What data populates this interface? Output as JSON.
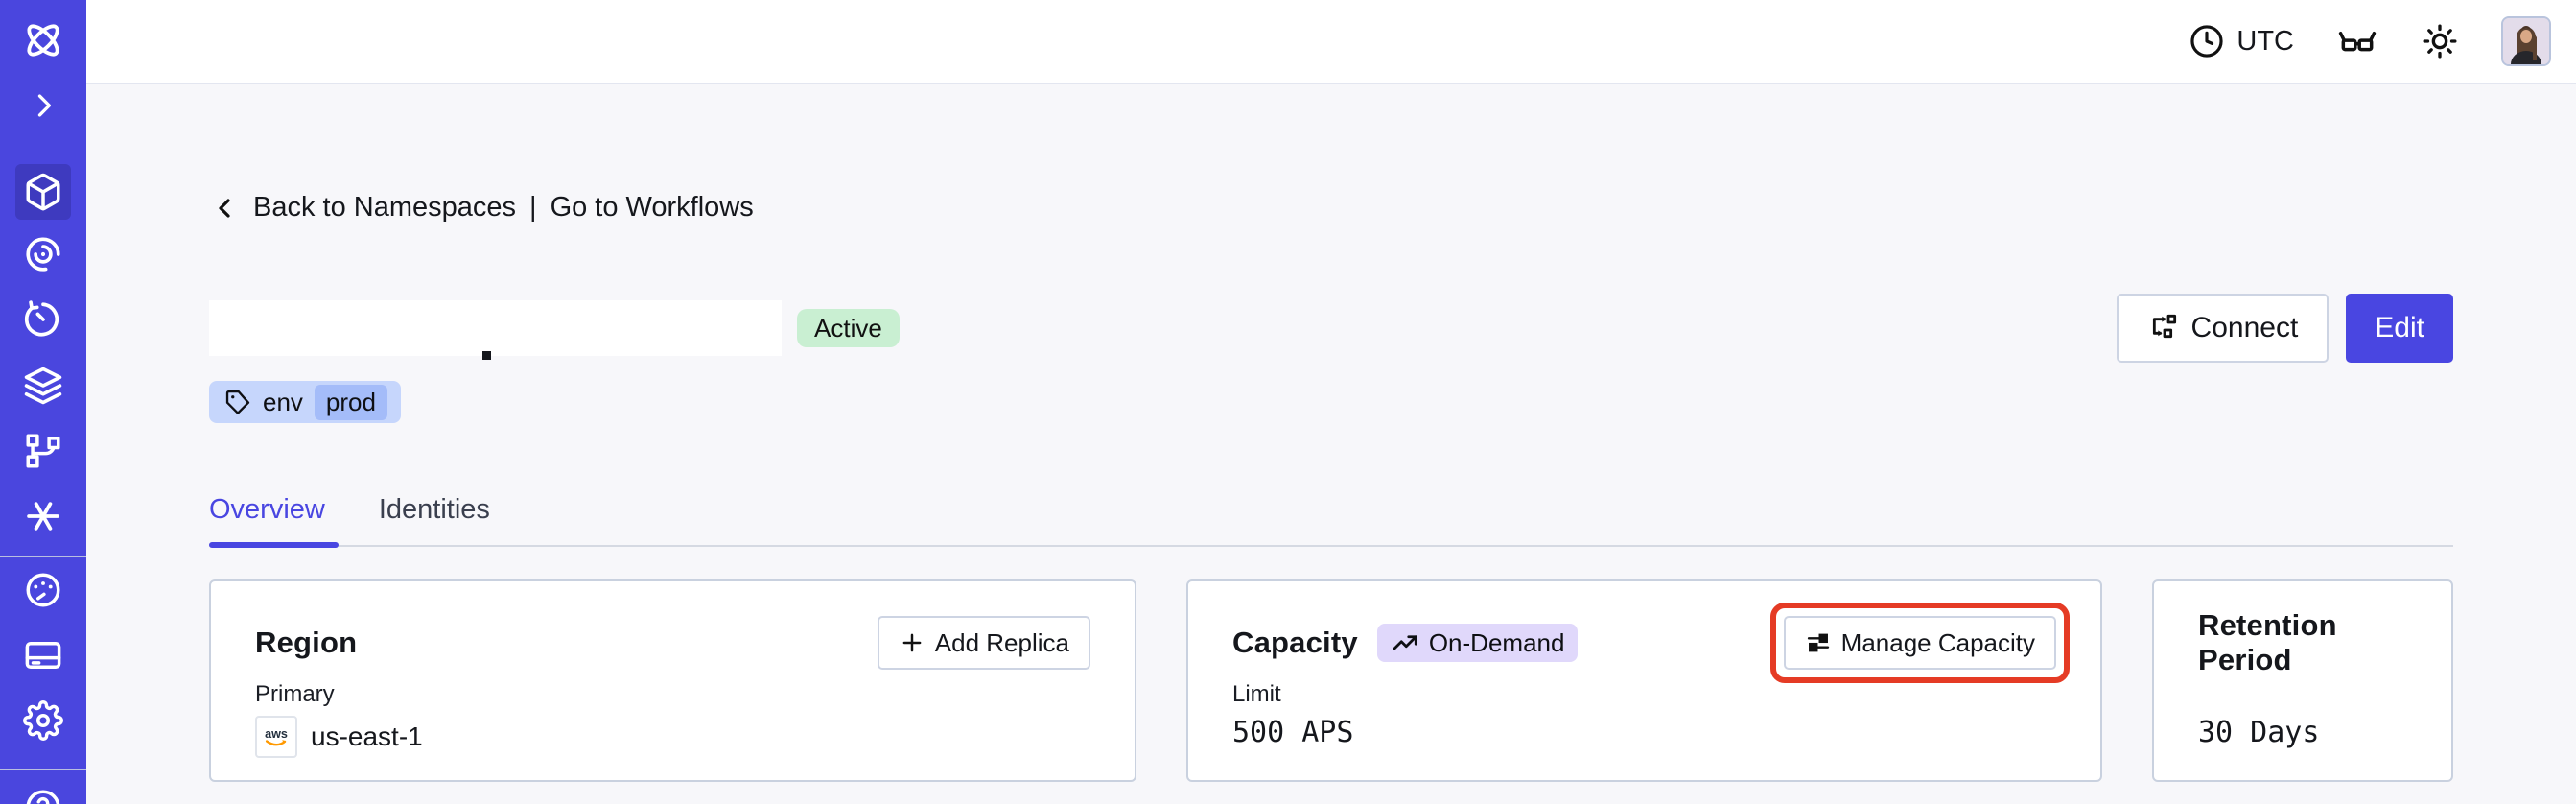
{
  "topbar": {
    "timezone": "UTC",
    "icons": [
      "clock-icon",
      "glasses-icon",
      "sun-icon",
      "user-avatar"
    ]
  },
  "sidebar": {
    "items": [
      {
        "icon": "temporal-logo"
      },
      {
        "icon": "chevron-right-icon"
      },
      {
        "icon": "cube-icon",
        "active": true
      },
      {
        "icon": "spiral-icon"
      },
      {
        "icon": "history-clock-icon"
      },
      {
        "icon": "layers-icon"
      },
      {
        "icon": "workflow-branch-icon"
      },
      {
        "icon": "asterisk-icon"
      },
      {
        "icon": "gauge-icon"
      },
      {
        "icon": "credit-card-icon"
      },
      {
        "icon": "gear-icon"
      },
      {
        "icon": "help-circle-icon"
      }
    ]
  },
  "breadcrumb": {
    "back_label": "Back to Namespaces",
    "separator": "|",
    "workflows_label": "Go to Workflows"
  },
  "header": {
    "status_badge": "Active",
    "tag_key": "env",
    "tag_value": "prod",
    "connect_label": "Connect",
    "edit_label": "Edit"
  },
  "tabs": [
    {
      "label": "Overview",
      "active": true
    },
    {
      "label": "Identities",
      "active": false
    }
  ],
  "cards": {
    "region": {
      "title": "Region",
      "action_label": "Add Replica",
      "field_label": "Primary",
      "provider": "aws",
      "value": "us-east-1"
    },
    "capacity": {
      "title": "Capacity",
      "badge": "On-Demand",
      "action_label": "Manage Capacity",
      "action_highlighted": true,
      "field_label": "Limit",
      "value": "500 APS"
    },
    "retention": {
      "title": "Retention Period",
      "value": "30 Days"
    }
  },
  "colors": {
    "sidebar": "#4A46DE",
    "sidebarActive": "#3E3ABF",
    "accent": "#4946E1",
    "pageBg": "#F7F7FA",
    "cardBorder": "#C9D1DF",
    "buttonBorder": "#CDD4E3",
    "activeBadgeBg": "#C9EFD2",
    "tagBg": "#C6D6FC",
    "tagInnerBg": "#A4BCF9",
    "onDemandBg": "#E0D8FB",
    "highlight": "#E53B25",
    "text": "#15171C"
  }
}
